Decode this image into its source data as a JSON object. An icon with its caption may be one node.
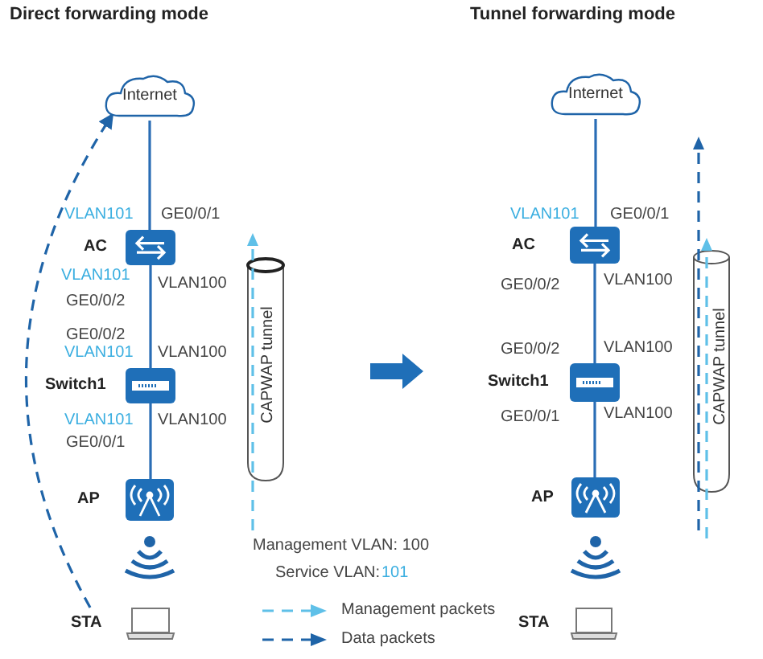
{
  "diagram": {
    "nodes": [
      {
        "text": [
          "Internet"
        ]
      },
      {
        "text": [
          "AC"
        ]
      },
      {
        "text": [
          "Switch1"
        ]
      },
      {
        "text": [
          "AP"
        ]
      },
      {
        "text": [
          "STA"
        ]
      },
      {
        "text": [
          "CAPWAP tunnel"
        ]
      },
      {
        "text": [
          "Internet"
        ]
      },
      {
        "text": [
          "AC"
        ]
      },
      {
        "text": [
          "Switch1"
        ]
      },
      {
        "text": [
          "AP"
        ]
      },
      {
        "text": [
          "STA"
        ]
      },
      {
        "text": [
          "CAPWAP tunnel"
        ]
      }
    ],
    "edges": [
      {
        "from": 0,
        "to": 1,
        "arrow": "none"
      },
      {
        "from": 1,
        "to": 2,
        "arrow": "none"
      },
      {
        "from": 2,
        "to": 3,
        "arrow": "none"
      },
      {
        "from": 4,
        "to": 0,
        "arrow": "to",
        "style": "dashed",
        "color": "#1f64a8"
      },
      {
        "from": 6,
        "to": 7,
        "arrow": "none"
      },
      {
        "from": 7,
        "to": 8,
        "arrow": "none"
      },
      {
        "from": 8,
        "to": 9,
        "arrow": "none"
      }
    ],
    "labels": [
      "Direct forwarding mode",
      "Tunnel forwarding mode",
      "VLAN101",
      "GE0/0/1",
      "VLAN101",
      "VLAN100",
      "GE0/0/2",
      "GE0/0/2",
      "VLAN101",
      "VLAN100",
      "VLAN101",
      "VLAN100",
      "GE0/0/1",
      "VLAN101",
      "GE0/0/1",
      "GE0/0/2",
      "VLAN100",
      "GE0/0/2",
      "VLAN100",
      "GE0/0/1",
      "VLAN100",
      "Management VLAN: 100",
      "Service VLAN:",
      "101"
    ],
    "legend": [
      {
        "text": "Management packets"
      },
      {
        "text": "Data packets"
      }
    ]
  }
}
